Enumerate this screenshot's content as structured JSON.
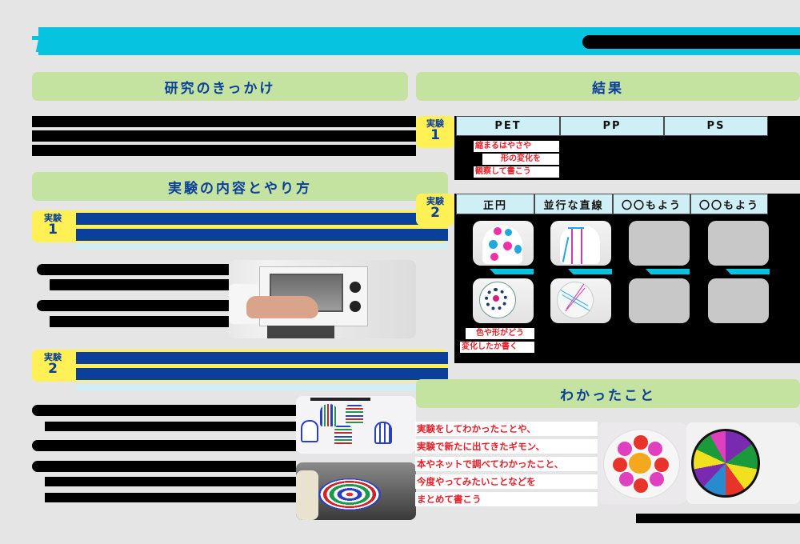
{
  "title": {
    "text_redacted": true,
    "right_label_redacted": true,
    "color": "#06c3e0"
  },
  "sections": {
    "motivation": {
      "heading": "研究のきっかけ"
    },
    "method": {
      "heading": "実験の内容とやり方"
    },
    "results": {
      "heading": "結果"
    },
    "findings": {
      "heading": "わかったこと"
    }
  },
  "experiments": [
    {
      "badge_label": "実験",
      "badge_number": "1"
    },
    {
      "badge_label": "実験",
      "badge_number": "2"
    }
  ],
  "results": {
    "exp1": {
      "badge_label": "実験",
      "badge_number": "1",
      "columns": [
        "PET",
        "PP",
        "PS"
      ],
      "note_lines": [
        "縮まるはやさや",
        "形の変化を",
        "観察して書こう"
      ]
    },
    "exp2": {
      "badge_label": "実験",
      "badge_number": "2",
      "columns": [
        "正円",
        "並行な直線",
        "〇〇もよう",
        "〇〇もよう"
      ],
      "note_lines": [
        "色や形がどう",
        "変化したか書く"
      ]
    }
  },
  "findings": {
    "lines": [
      "実験をしてわかったことや、",
      "実験で新たに出てきたギモン、",
      "本やネットで調べてわかったこと、",
      "今度やってみたいことなどを",
      "まとめて書こう"
    ]
  },
  "colors": {
    "background": "#e5e5e5",
    "title_cyan": "#06c3e0",
    "section_green": "#c5e3a0",
    "heading_blue": "#0a3f9a",
    "badge_yellow": "#fff056",
    "table_header_cyan": "#cfeff6",
    "note_red": "#e8202a"
  }
}
